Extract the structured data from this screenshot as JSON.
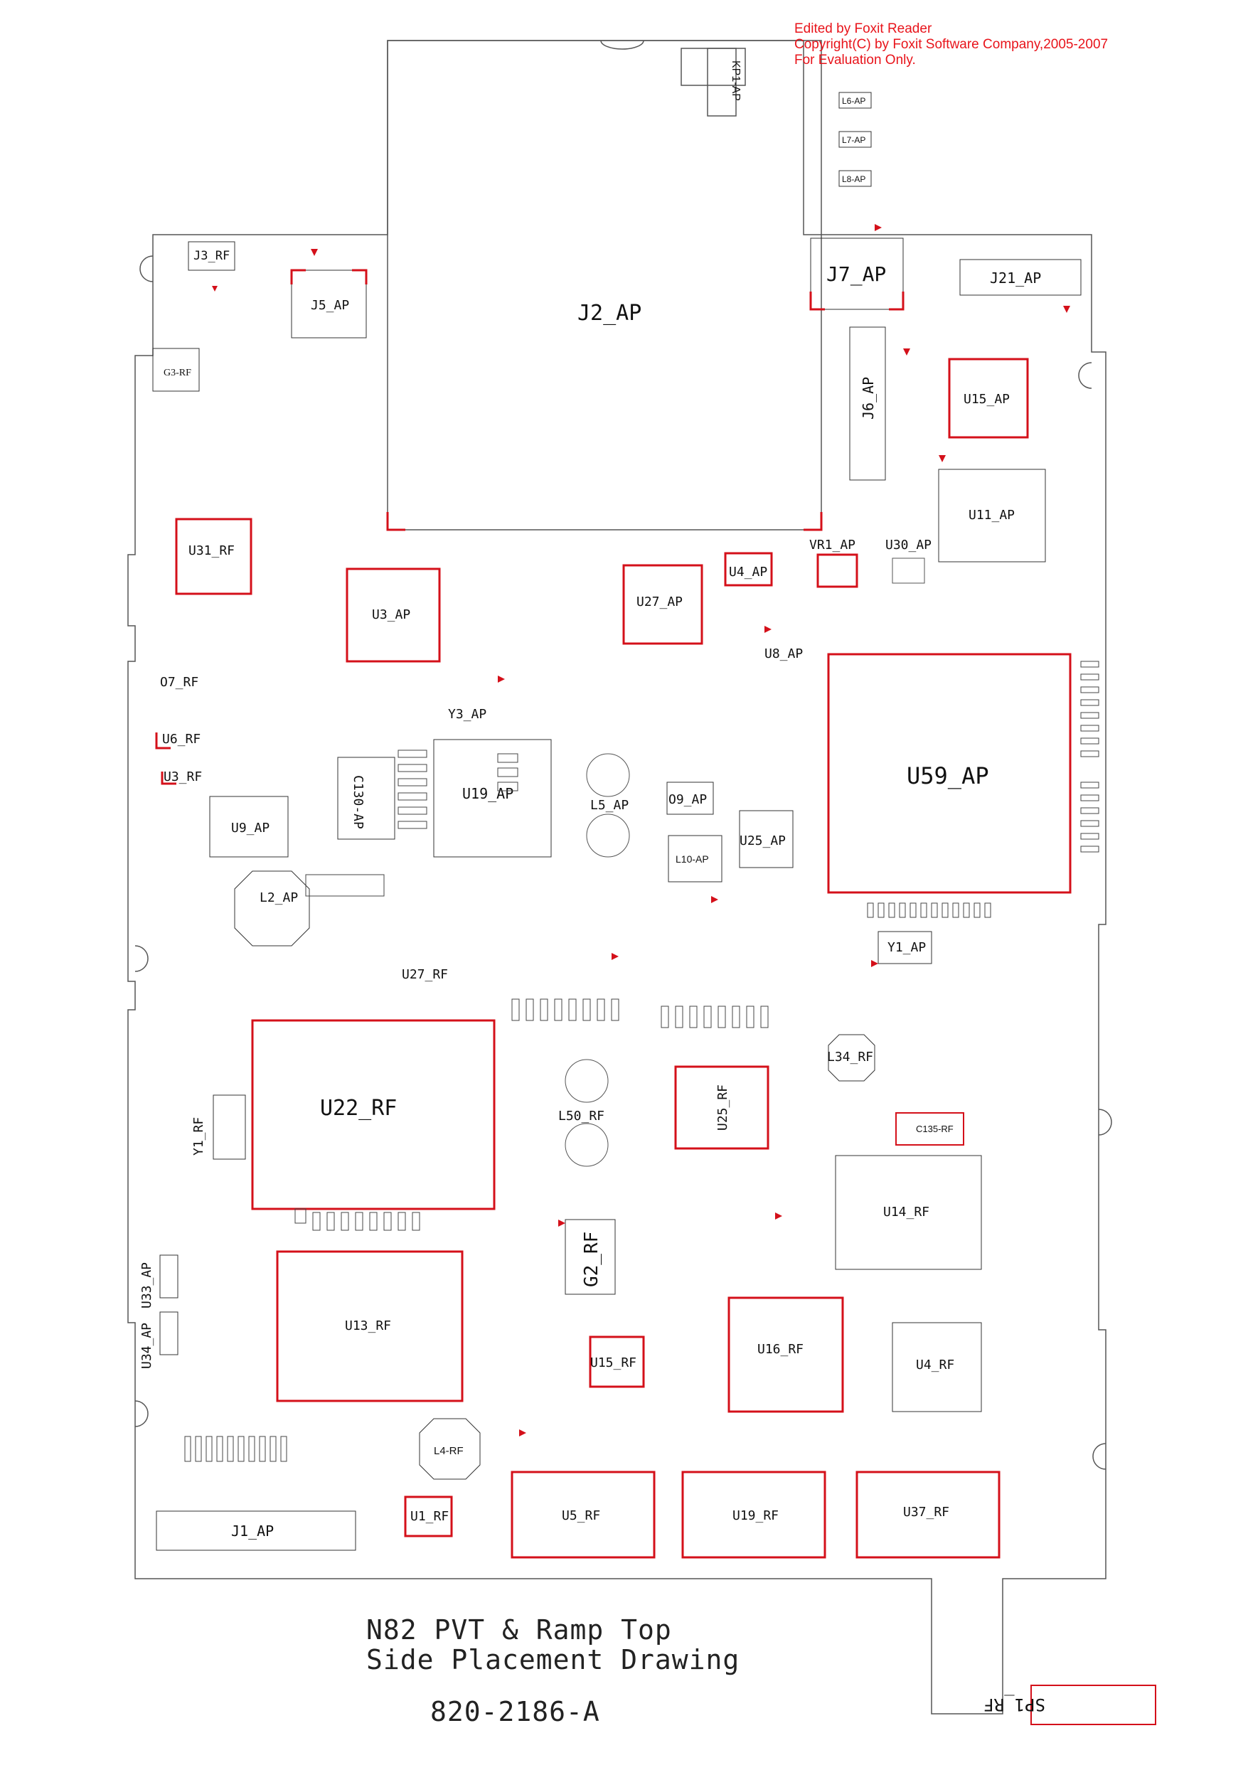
{
  "watermark": {
    "line1": "Edited by Foxit Reader",
    "line2": "Copyright(C) by Foxit Software Company,2005-2007",
    "line3": "For Evaluation Only."
  },
  "drawing": {
    "title_line1": "N82 PVT & Ramp Top",
    "title_line2": "Side Placement Drawing",
    "part_number": "820-2186-A"
  },
  "colors": {
    "outline": "#555555",
    "component": "#222222",
    "marker": "#d4101a",
    "text": "#111111"
  },
  "labels": {
    "kp1": "KP1-AP",
    "j2": "J2_AP",
    "j7": "J7_AP",
    "j21": "J21_AP",
    "j6": "J6_AP",
    "j3rf": "J3_RF",
    "j5": "J5_AP",
    "g3": "G3-RF",
    "u15ap": "U15_AP",
    "u11ap": "U11_AP",
    "vr1ap": "VR1_AP",
    "u30ap": "U30_AP",
    "u31rf": "U31_RF",
    "u3ap": "U3_AP",
    "u27ap": "U27_AP",
    "u4ap": "U4_AP",
    "u8ap": "U8_AP",
    "u59ap": "U59_AP",
    "o7rf": "O7_RF",
    "u6rf": "U6_RF",
    "u3rf": "U3_RF",
    "u9ap": "U9_AP",
    "y3ap": "Y3_AP",
    "u19ap": "U19_AP",
    "c130ap": "C130-AP",
    "l5ap": "L5_AP",
    "o9ap": "O9_AP",
    "l10ap": "L10-AP",
    "u25ap": "U25_AP",
    "l2ap": "L2_AP",
    "y1ap": "Y1_AP",
    "u27rf": "U27_RF",
    "u22rf": "U22_RF",
    "y1rf": "Y1_RF",
    "l50rf": "L50_RF",
    "u25rf": "U25_RF",
    "l34rf": "L34_RF",
    "c135rf": "C135-RF",
    "u14rf": "U14_RF",
    "g2rf": "G2_RF",
    "u13rf": "U13_RF",
    "u33ap": "U33_AP",
    "u34ap": "U34_AP",
    "u15rf": "U15_RF",
    "u16rf": "U16_RF",
    "u4rf": "U4_RF",
    "l4rf": "L4-RF",
    "j1ap": "J1_AP",
    "u1rf": "U1_RF",
    "u5rf": "U5_RF",
    "u19rf": "U19_RF",
    "u37rf": "U37_RF",
    "sp1rf": "SP1_RF",
    "l6ap": "L6-AP",
    "l7ap": "L7-AP",
    "l8ap": "L8-AP"
  }
}
